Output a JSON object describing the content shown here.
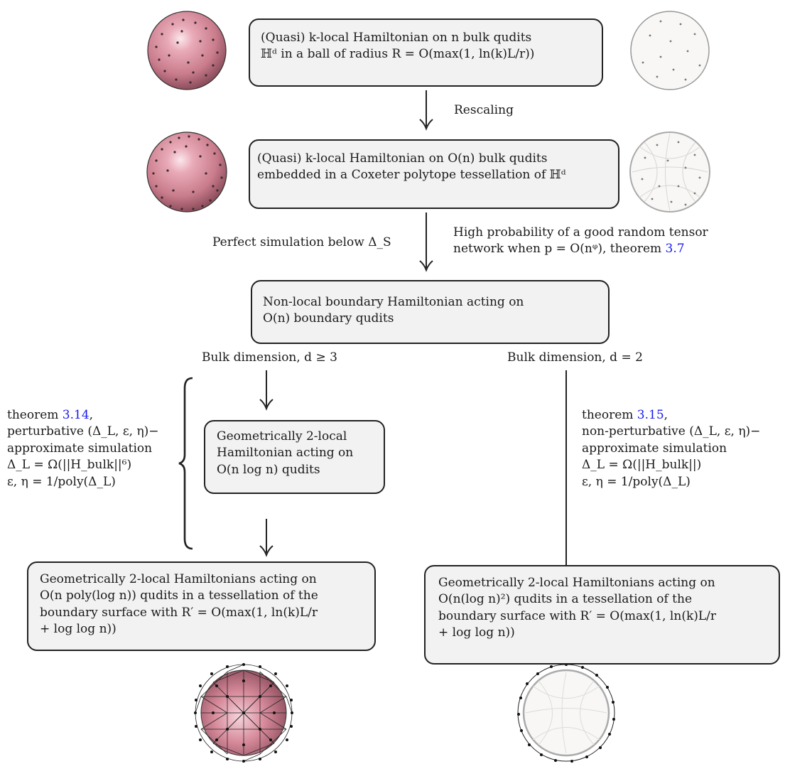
{
  "boxes": {
    "b1": {
      "line1": "(Quasi) k-local Hamiltonian on n bulk qudits",
      "line2": "ℍᵈ in a ball of radius R = O(max(1, ln(k)L/r))"
    },
    "b2": {
      "line1": "(Quasi) k-local Hamiltonian on O(n) bulk qudits",
      "line2": "embedded in a Coxeter polytope tessellation of ℍᵈ"
    },
    "b3": {
      "line1": "Non-local boundary Hamiltonian acting on",
      "line2": "O(n) boundary qudits"
    },
    "b4": {
      "line1": "Geometrically 2-local",
      "line2": "Hamiltonian acting on",
      "line3": "O(n log n) qudits"
    },
    "b5": {
      "line1": "Geometrically 2-local Hamiltonians acting on",
      "line2": "O(n poly(log n)) qudits in a tessellation of the",
      "line3": "boundary surface with R′ = O(max(1, ln(k)L/r",
      "line4": "+ log log n))"
    },
    "b6": {
      "line1": "Geometrically 2-local Hamiltonians acting on",
      "line2": "O(n(log n)²) qudits in a tessellation of the",
      "line3": "boundary surface with R′ = O(max(1, ln(k)L/r",
      "line4": "+ log log n))"
    }
  },
  "labels": {
    "rescaling": "Rescaling",
    "perfect_sim": "Perfect simulation below Δ_S",
    "high_prob_1": "High probability of a good random tensor",
    "high_prob_2": "network when p = O(nᵠ), theorem ",
    "high_prob_ref": "3.7",
    "bulk_d3": "Bulk dimension, d ≥ 3",
    "bulk_d2": "Bulk dimension, d = 2",
    "left_theorem": "theorem ",
    "left_theorem_ref": "3.14",
    "left_theorem_tail": ",",
    "left_2": "perturbative (Δ_L, ε, η)−",
    "left_3": "approximate simulation",
    "left_4": "Δ_L = Ω(||H_bulk||⁶)",
    "left_5": "ε, η = 1/poly(Δ_L)",
    "right_theorem": "theorem ",
    "right_theorem_ref": "3.15",
    "right_theorem_tail": ",",
    "right_2": "non-perturbative (Δ_L, ε, η)−",
    "right_3": "approximate simulation",
    "right_4": "Δ_L = Ω(||H_bulk||)",
    "right_5": "ε, η = 1/poly(Δ_L)"
  },
  "colors": {
    "link": "#1a1aee",
    "box_fill": "#f2f2f2",
    "sphere": "#d98a99"
  }
}
